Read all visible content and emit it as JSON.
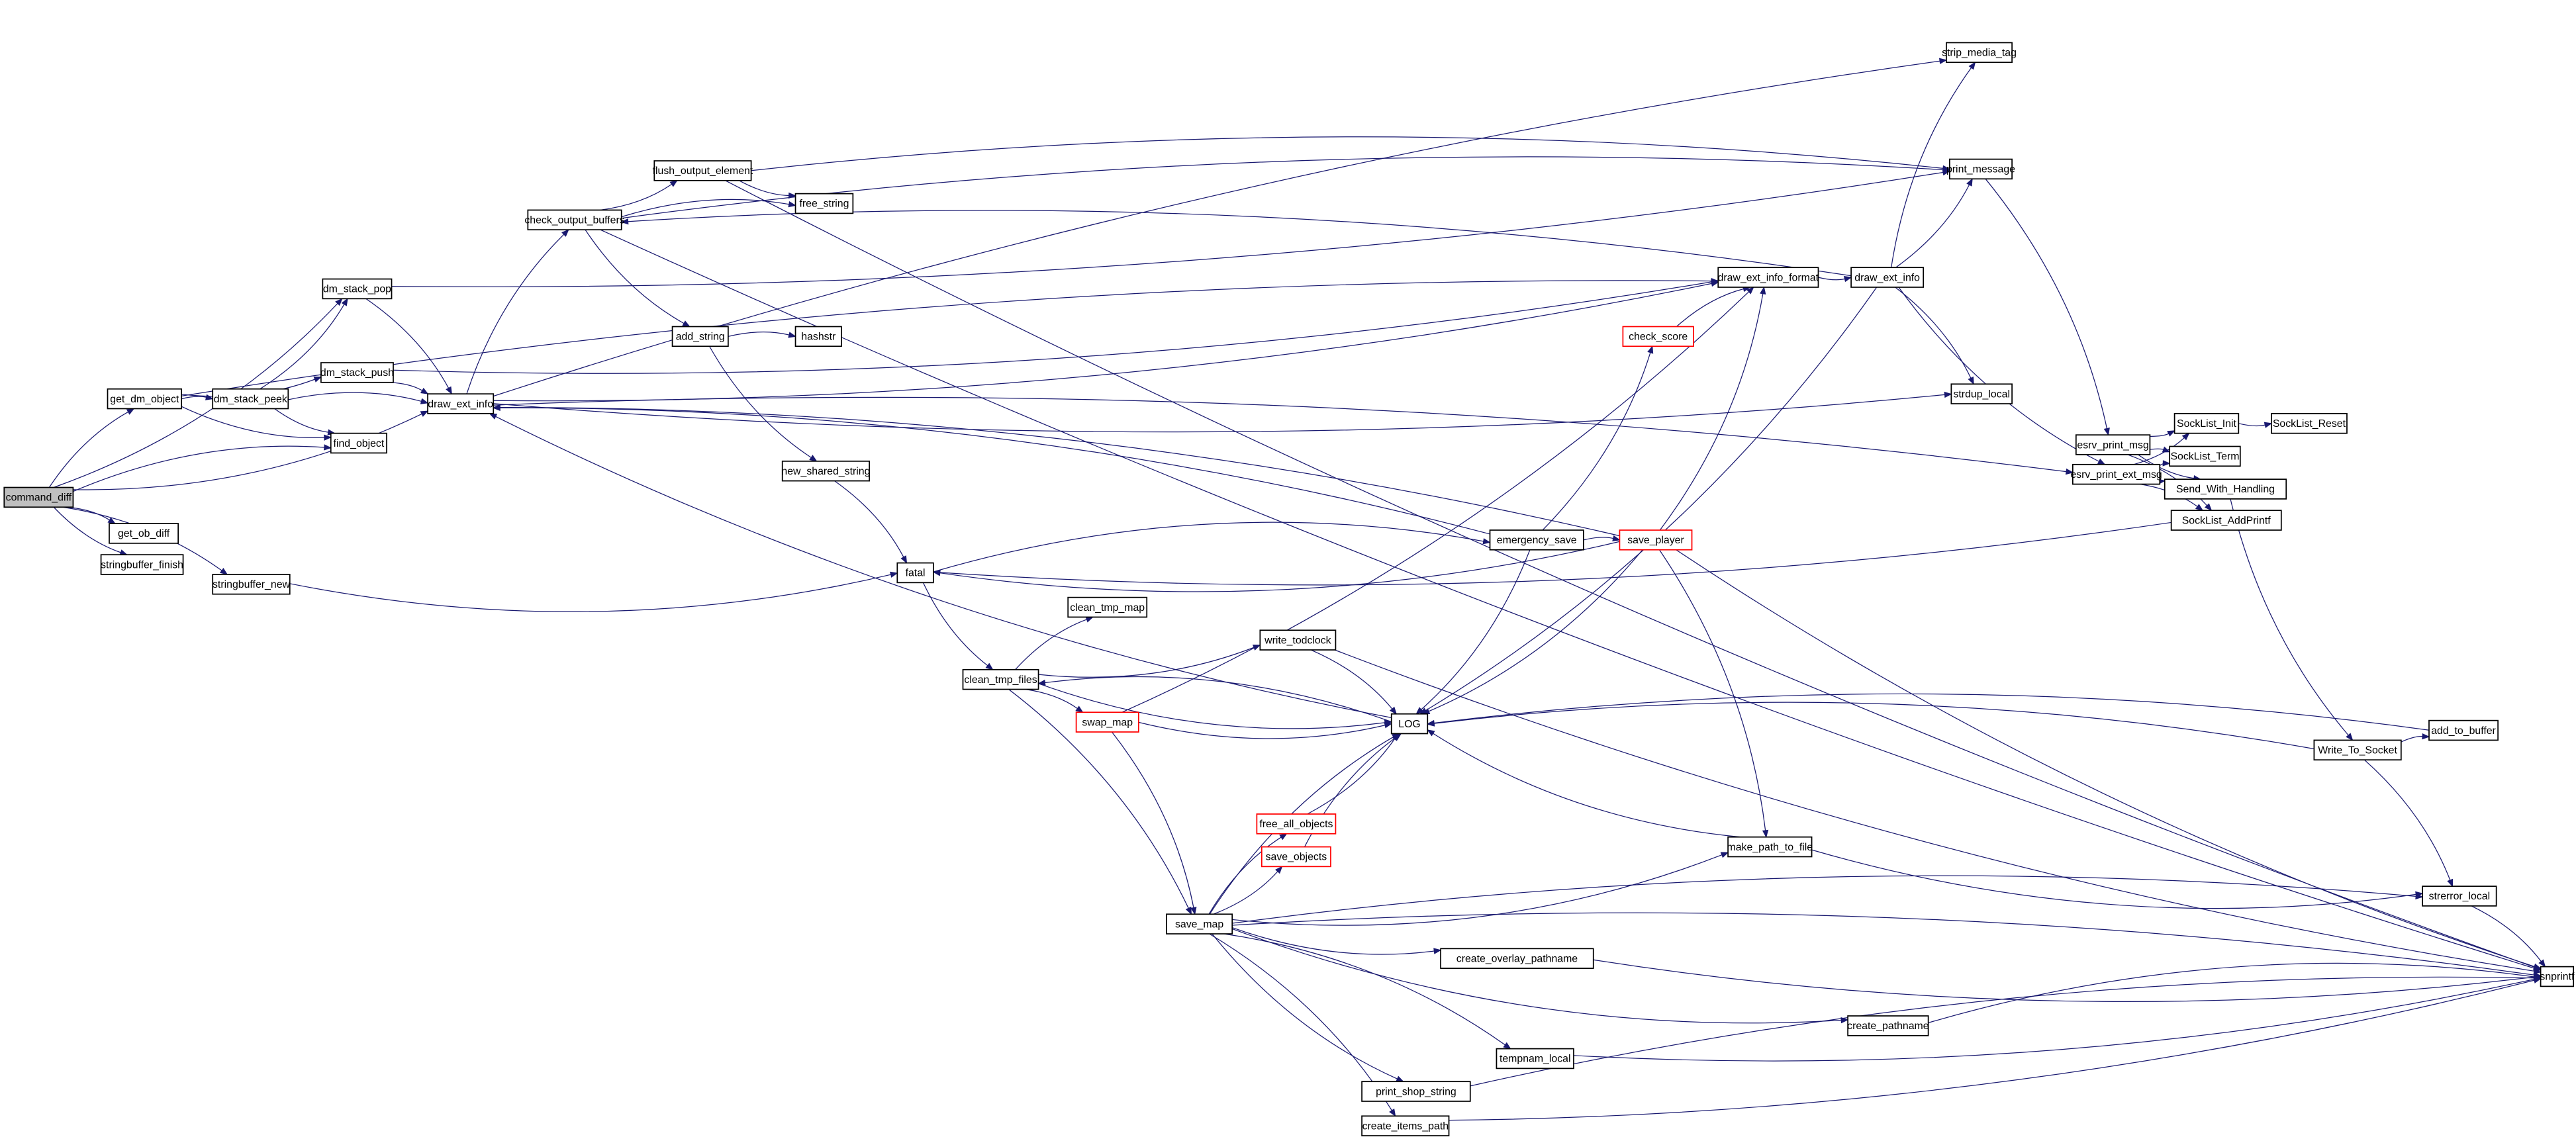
{
  "graph": {
    "title": "command_diff call graph",
    "edge_color": "#191970",
    "nodes": {
      "command_diff": "command_diff",
      "get_dm_object": "get_dm_object",
      "get_ob_diff": "get_ob_diff",
      "stringbuffer_finish": "stringbuffer_finish",
      "stringbuffer_new": "stringbuffer_new",
      "dm_stack_pop": "dm_stack_pop",
      "dm_stack_push": "dm_stack_push",
      "dm_stack_peek": "dm_stack_peek",
      "find_object": "find_object",
      "draw_ext_info_l": "draw_ext_info",
      "check_output_buffers": "check_output_buffers",
      "flush_output_element": "flush_output_element",
      "free_string": "free_string",
      "add_string": "add_string",
      "hashstr": "hashstr",
      "new_shared_string": "new_shared_string",
      "fatal": "fatal",
      "clean_tmp_map": "clean_tmp_map",
      "clean_tmp_files": "clean_tmp_files",
      "write_todclock": "write_todclock",
      "swap_map": "swap_map",
      "LOG": "LOG",
      "save_map": "save_map",
      "free_all_objects": "free_all_objects",
      "save_objects": "save_objects",
      "check_score": "check_score",
      "draw_ext_info_format": "draw_ext_info_format",
      "emergency_save": "emergency_save",
      "save_player": "save_player",
      "make_path_to_file": "make_path_to_file",
      "create_overlay_pathname": "create_overlay_pathname",
      "create_pathname": "create_pathname",
      "tempnam_local": "tempnam_local",
      "print_shop_string": "print_shop_string",
      "create_items_path": "create_items_path",
      "draw_ext_info_r": "draw_ext_info",
      "strip_media_tag": "strip_media_tag",
      "print_message": "print_message",
      "strdup_local": "strdup_local",
      "esrv_print_msg": "esrv_print_msg",
      "esrv_print_ext_msg": "esrv_print_ext_msg",
      "SockList_Init": "SockList_Init",
      "SockList_Reset": "SockList_Reset",
      "SockList_Term": "SockList_Term",
      "Send_With_Handling": "Send_With_Handling",
      "SockList_AddPrintf": "SockList_AddPrintf",
      "add_to_buffer": "add_to_buffer",
      "Write_To_Socket": "Write_To_Socket",
      "strerror_local": "strerror_local",
      "snprintf": "snprintf"
    },
    "edges": [
      [
        "command_diff",
        "get_dm_object"
      ],
      [
        "command_diff",
        "dm_stack_pop"
      ],
      [
        "command_diff",
        "find_object"
      ],
      [
        "command_diff",
        "draw_ext_info_l"
      ],
      [
        "command_diff",
        "get_ob_diff"
      ],
      [
        "command_diff",
        "stringbuffer_finish"
      ],
      [
        "command_diff",
        "stringbuffer_new"
      ],
      [
        "get_dm_object",
        "dm_stack_push"
      ],
      [
        "get_dm_object",
        "dm_stack_peek"
      ],
      [
        "get_dm_object",
        "find_object"
      ],
      [
        "get_dm_object",
        "draw_ext_info_format"
      ],
      [
        "dm_stack_peek",
        "dm_stack_pop"
      ],
      [
        "dm_stack_peek",
        "draw_ext_info_l"
      ],
      [
        "dm_stack_peek",
        "find_object"
      ],
      [
        "dm_stack_pop",
        "draw_ext_info_l"
      ],
      [
        "dm_stack_pop",
        "print_message"
      ],
      [
        "dm_stack_push",
        "draw_ext_info_l"
      ],
      [
        "dm_stack_push",
        "draw_ext_info_format"
      ],
      [
        "draw_ext_info_l",
        "check_output_buffers"
      ],
      [
        "draw_ext_info_l",
        "draw_ext_info_format"
      ],
      [
        "draw_ext_info_l",
        "strip_media_tag"
      ],
      [
        "draw_ext_info_l",
        "strdup_local"
      ],
      [
        "draw_ext_info_l",
        "esrv_print_ext_msg"
      ],
      [
        "check_output_buffers",
        "flush_output_element"
      ],
      [
        "check_output_buffers",
        "free_string"
      ],
      [
        "check_output_buffers",
        "add_string"
      ],
      [
        "check_output_buffers",
        "print_message"
      ],
      [
        "flush_output_element",
        "free_string"
      ],
      [
        "flush_output_element",
        "print_message"
      ],
      [
        "flush_output_element",
        "snprintf"
      ],
      [
        "add_string",
        "hashstr"
      ],
      [
        "add_string",
        "new_shared_string"
      ],
      [
        "new_shared_string",
        "fatal"
      ],
      [
        "stringbuffer_new",
        "fatal"
      ],
      [
        "fatal",
        "emergency_save"
      ],
      [
        "fatal",
        "clean_tmp_files"
      ],
      [
        "clean_tmp_files",
        "clean_tmp_map"
      ],
      [
        "clean_tmp_files",
        "write_todclock"
      ],
      [
        "clean_tmp_files",
        "swap_map"
      ],
      [
        "clean_tmp_files",
        "LOG"
      ],
      [
        "clean_tmp_files",
        "save_map"
      ],
      [
        "swap_map",
        "LOG"
      ],
      [
        "swap_map",
        "save_map"
      ],
      [
        "swap_map",
        "draw_ext_info_format"
      ],
      [
        "LOG",
        "draw_ext_info_l"
      ],
      [
        "LOG",
        "clean_tmp_files"
      ],
      [
        "write_todclock",
        "LOG"
      ],
      [
        "write_todclock",
        "snprintf"
      ],
      [
        "emergency_save",
        "LOG"
      ],
      [
        "emergency_save",
        "draw_ext_info_l"
      ],
      [
        "emergency_save",
        "save_player"
      ],
      [
        "emergency_save",
        "check_score"
      ],
      [
        "save_player",
        "LOG"
      ],
      [
        "save_player",
        "draw_ext_info_format"
      ],
      [
        "save_player",
        "make_path_to_file"
      ],
      [
        "save_player",
        "snprintf"
      ],
      [
        "save_player",
        "fatal"
      ],
      [
        "save_player",
        "draw_ext_info_l"
      ],
      [
        "check_score",
        "draw_ext_info_format"
      ],
      [
        "draw_ext_info_format",
        "draw_ext_info_r"
      ],
      [
        "draw_ext_info_r",
        "strip_media_tag"
      ],
      [
        "draw_ext_info_r",
        "print_message"
      ],
      [
        "draw_ext_info_r",
        "strdup_local"
      ],
      [
        "draw_ext_info_r",
        "esrv_print_ext_msg"
      ],
      [
        "draw_ext_info_r",
        "LOG"
      ],
      [
        "draw_ext_info_r",
        "check_output_buffers"
      ],
      [
        "print_message",
        "esrv_print_msg"
      ],
      [
        "esrv_print_msg",
        "SockList_Init"
      ],
      [
        "esrv_print_msg",
        "SockList_Term"
      ],
      [
        "esrv_print_msg",
        "Send_With_Handling"
      ],
      [
        "esrv_print_msg",
        "SockList_AddPrintf"
      ],
      [
        "esrv_print_ext_msg",
        "SockList_Init"
      ],
      [
        "esrv_print_ext_msg",
        "SockList_Term"
      ],
      [
        "esrv_print_ext_msg",
        "Send_With_Handling"
      ],
      [
        "esrv_print_ext_msg",
        "SockList_AddPrintf"
      ],
      [
        "SockList_Init",
        "SockList_Reset"
      ],
      [
        "SockList_AddPrintf",
        "fatal"
      ],
      [
        "Send_With_Handling",
        "Write_To_Socket"
      ],
      [
        "Write_To_Socket",
        "add_to_buffer"
      ],
      [
        "Write_To_Socket",
        "LOG"
      ],
      [
        "Write_To_Socket",
        "strerror_local"
      ],
      [
        "add_to_buffer",
        "LOG"
      ],
      [
        "make_path_to_file",
        "LOG"
      ],
      [
        "make_path_to_file",
        "strerror_local"
      ],
      [
        "save_map",
        "free_all_objects"
      ],
      [
        "save_map",
        "save_objects"
      ],
      [
        "save_map",
        "LOG"
      ],
      [
        "save_map",
        "make_path_to_file"
      ],
      [
        "save_map",
        "strerror_local"
      ],
      [
        "save_map",
        "create_overlay_pathname"
      ],
      [
        "save_map",
        "snprintf"
      ],
      [
        "save_map",
        "create_pathname"
      ],
      [
        "save_map",
        "tempnam_local"
      ],
      [
        "save_map",
        "print_shop_string"
      ],
      [
        "save_map",
        "create_items_path"
      ],
      [
        "free_all_objects",
        "LOG"
      ],
      [
        "save_objects",
        "LOG"
      ],
      [
        "create_overlay_pathname",
        "snprintf"
      ],
      [
        "create_pathname",
        "snprintf"
      ],
      [
        "tempnam_local",
        "snprintf"
      ],
      [
        "print_shop_string",
        "snprintf"
      ],
      [
        "create_items_path",
        "snprintf"
      ],
      [
        "strerror_local",
        "snprintf"
      ],
      [
        "check_output_buffers",
        "snprintf"
      ]
    ]
  }
}
